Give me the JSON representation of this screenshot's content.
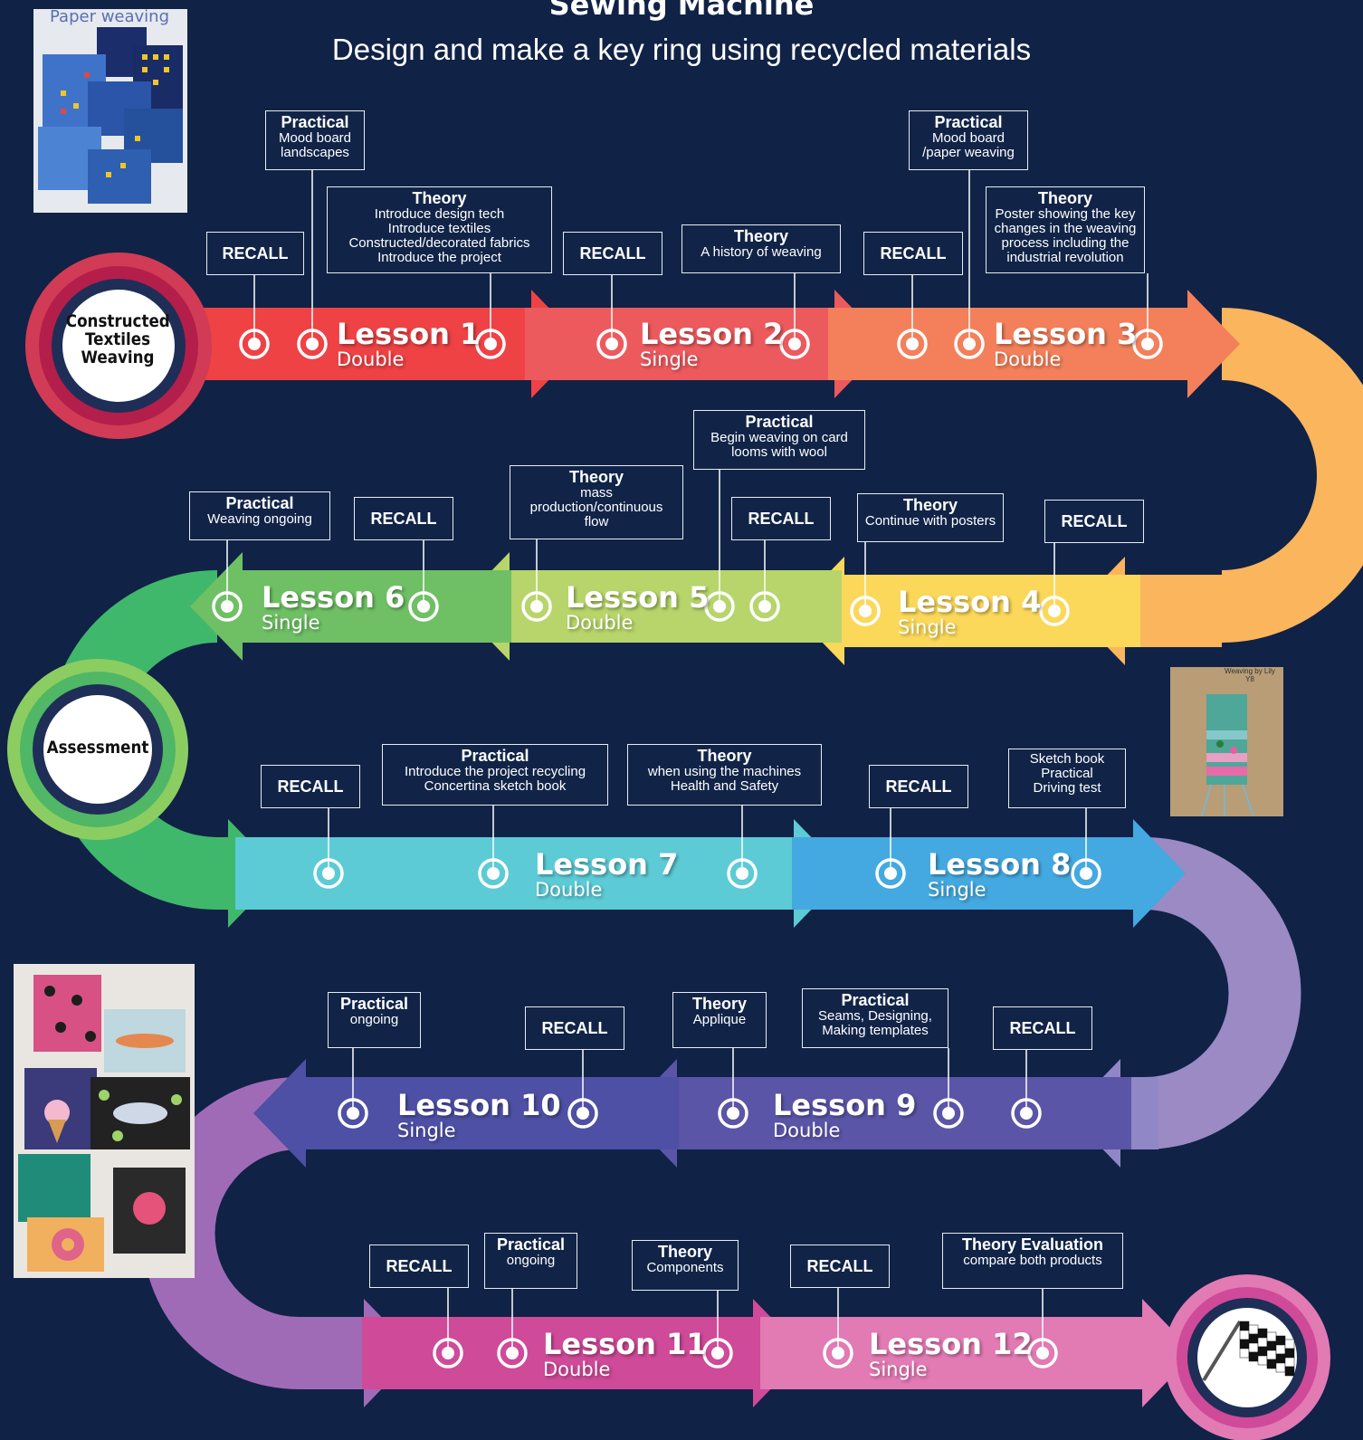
{
  "header": {
    "title": "Sewing Machine",
    "subtitle": "Design and make a key ring using recycled materials"
  },
  "start_badge": {
    "label_lines": [
      "Constructed",
      "Textiles",
      "Weaving"
    ]
  },
  "mid_badge": {
    "label": "Assessment"
  },
  "finish_badge": {
    "icon": "checkered-flag-icon"
  },
  "photos": {
    "paper_weaving_caption": "Paper weaving",
    "lily_weaving_caption": "Weaving by Lily Y8"
  },
  "lessons": [
    {
      "name": "Lesson 1",
      "length": "Double"
    },
    {
      "name": "Lesson 2",
      "length": "Single"
    },
    {
      "name": "Lesson 3",
      "length": "Double"
    },
    {
      "name": "Lesson 4",
      "length": "Single"
    },
    {
      "name": "Lesson 5",
      "length": "Double"
    },
    {
      "name": "Lesson 6",
      "length": "Single"
    },
    {
      "name": "Lesson 7",
      "length": "Double"
    },
    {
      "name": "Lesson 8",
      "length": "Single"
    },
    {
      "name": "Lesson 9",
      "length": "Double"
    },
    {
      "name": "Lesson 10",
      "length": "Single"
    },
    {
      "name": "Lesson 11",
      "length": "Double"
    },
    {
      "name": "Lesson 12",
      "length": "Single"
    }
  ],
  "labels": [
    {
      "head": "RECALL",
      "body": []
    },
    {
      "head": "Practical",
      "body": [
        "Mood board",
        "landscapes"
      ]
    },
    {
      "head": "Theory",
      "body": [
        "Introduce design tech",
        "Introduce textiles",
        "Constructed/decorated fabrics",
        "Introduce the project"
      ]
    },
    {
      "head": "RECALL",
      "body": []
    },
    {
      "head": "Theory",
      "body": [
        "A history of weaving"
      ]
    },
    {
      "head": "RECALL",
      "body": []
    },
    {
      "head": "Practical",
      "body": [
        "Mood board",
        "/paper weaving"
      ]
    },
    {
      "head": "Theory",
      "body": [
        "Poster showing the key",
        "changes in the weaving",
        "process including the",
        "industrial revolution"
      ]
    },
    {
      "head": "Practical",
      "body": [
        "Weaving ongoing"
      ]
    },
    {
      "head": "RECALL",
      "body": []
    },
    {
      "head": "Theory",
      "body": [
        "mass",
        "production/continuous",
        "flow"
      ]
    },
    {
      "head": "Practical",
      "body": [
        "Begin weaving on card",
        "looms with wool"
      ]
    },
    {
      "head": "RECALL",
      "body": []
    },
    {
      "head": "Theory",
      "body": [
        "Continue with posters"
      ]
    },
    {
      "head": "RECALL",
      "body": []
    },
    {
      "head": "RECALL",
      "body": []
    },
    {
      "head": "Practical",
      "body": [
        "Introduce the project recycling",
        "Concertina sketch book"
      ]
    },
    {
      "head": "Theory",
      "body": [
        "when using the machines",
        "Health and Safety"
      ]
    },
    {
      "head": "RECALL",
      "body": []
    },
    {
      "head": "",
      "body": [
        "Sketch book",
        "Practical",
        "Driving test"
      ]
    },
    {
      "head": "Practical",
      "body": [
        "ongoing"
      ]
    },
    {
      "head": "RECALL",
      "body": []
    },
    {
      "head": "Theory",
      "body": [
        "Applique"
      ]
    },
    {
      "head": "Practical",
      "body": [
        "Seams, Designing,",
        "Making templates"
      ]
    },
    {
      "head": "RECALL",
      "body": []
    },
    {
      "head": "RECALL",
      "body": []
    },
    {
      "head": "Practical",
      "body": [
        "ongoing"
      ]
    },
    {
      "head": "Theory",
      "body": [
        "Components"
      ]
    },
    {
      "head": "RECALL",
      "body": []
    },
    {
      "head": "Theory Evaluation",
      "body": [
        "compare both products"
      ]
    }
  ],
  "colors": {
    "background": "#102246",
    "row1": [
      "#ef4245",
      "#ed5a5e",
      "#f3805a"
    ],
    "row2": [
      "#fbd85a",
      "#b7d56a",
      "#6fc065"
    ],
    "row3": [
      "#5ccbd6",
      "#44a9e0"
    ],
    "row4": [
      "#8f87c6",
      "#5b55a8",
      "#4d50a4"
    ],
    "row5": [
      "#cf4a98",
      "#e27ab3"
    ]
  }
}
